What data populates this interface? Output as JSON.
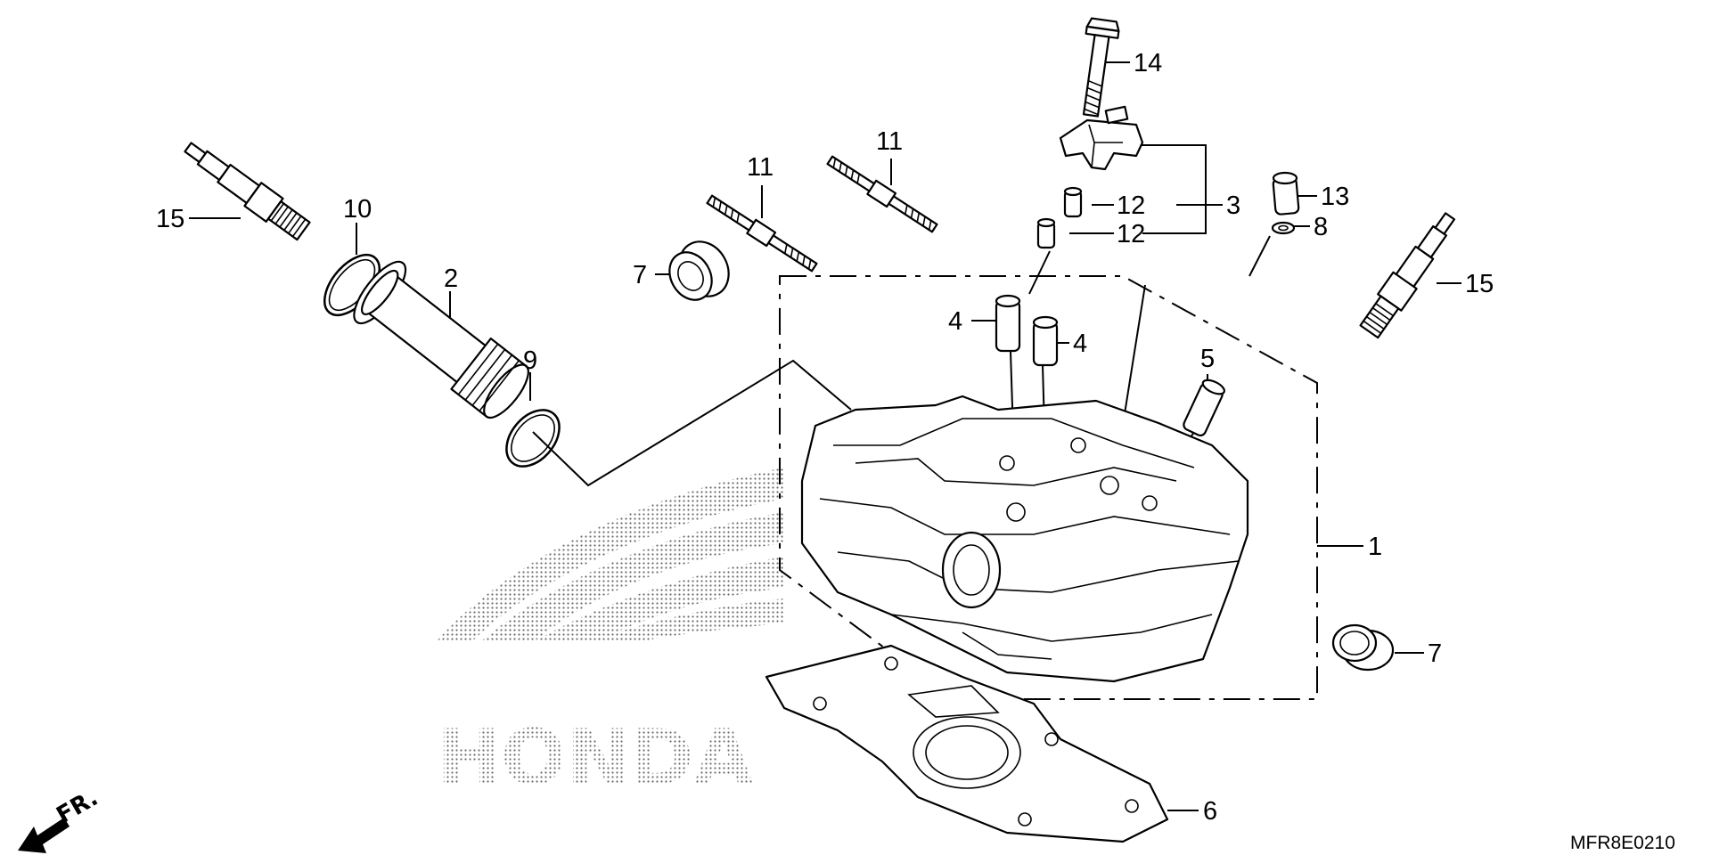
{
  "diagram": {
    "watermark_text": "HONDA",
    "diagram_code": "MFR8E0210",
    "front_indicator": "FR.",
    "callouts": [
      {
        "id": "c15a",
        "label": "15"
      },
      {
        "id": "c10",
        "label": "10"
      },
      {
        "id": "c2",
        "label": "2"
      },
      {
        "id": "c9",
        "label": "9"
      },
      {
        "id": "c7a",
        "label": "7"
      },
      {
        "id": "c11a",
        "label": "11"
      },
      {
        "id": "c11b",
        "label": "11"
      },
      {
        "id": "c14",
        "label": "14"
      },
      {
        "id": "c12a",
        "label": "12"
      },
      {
        "id": "c12b",
        "label": "12"
      },
      {
        "id": "c3",
        "label": "3"
      },
      {
        "id": "c13",
        "label": "13"
      },
      {
        "id": "c8",
        "label": "8"
      },
      {
        "id": "c15b",
        "label": "15"
      },
      {
        "id": "c4a",
        "label": "4"
      },
      {
        "id": "c4b",
        "label": "4"
      },
      {
        "id": "c5",
        "label": "5"
      },
      {
        "id": "c1",
        "label": "1"
      },
      {
        "id": "c7b",
        "label": "7"
      },
      {
        "id": "c6",
        "label": "6"
      }
    ]
  }
}
